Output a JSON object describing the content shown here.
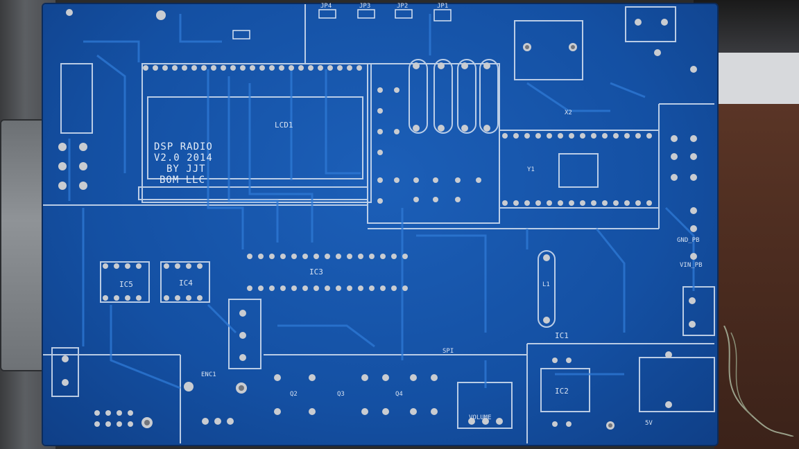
{
  "board": {
    "silkscreen_lines": [
      "DSP RADIO",
      "V2.0 2014",
      "BY JJT",
      "BOM LLC"
    ],
    "labels": {
      "lcd": "LCD1",
      "ic1": "IC1",
      "ic2": "IC2",
      "ic3": "IC3",
      "ic4": "IC4",
      "ic5": "IC5",
      "x2": "X2",
      "y1": "Y1",
      "spi": "SPI",
      "enc": "ENC1",
      "volume": "VOLUME",
      "q2": "Q2",
      "q3": "Q3",
      "q4": "Q4",
      "jp1": "JP1",
      "jp2": "JP2",
      "jp3": "JP3",
      "jp4": "JP4",
      "v5": "5V",
      "gnd_pb": "GND_PB",
      "vin_pb": "VIN_PB",
      "l1": "L1"
    }
  },
  "colors": {
    "board": "#1450a3",
    "trace": "#2f7ad6",
    "silkscreen": "#d8e3f2",
    "pad": "#c9ccd1"
  }
}
